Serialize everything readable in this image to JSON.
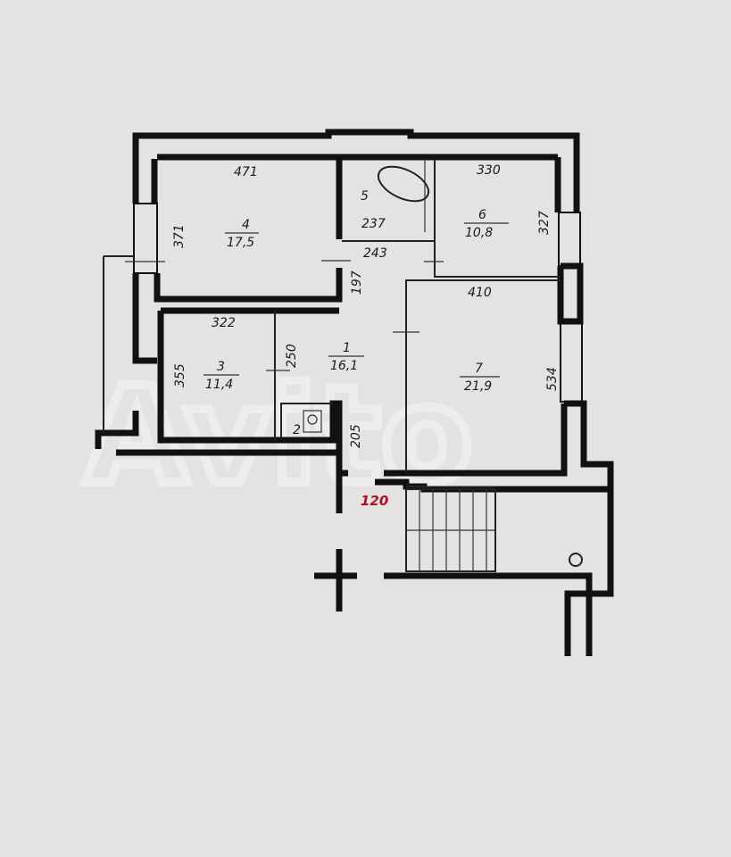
{
  "plan": {
    "rooms": [
      {
        "number": "1",
        "area": "16,1"
      },
      {
        "number": "2"
      },
      {
        "number": "3",
        "area": "11,4"
      },
      {
        "number": "4",
        "area": "17,5"
      },
      {
        "number": "5"
      },
      {
        "number": "6",
        "area": "10,8"
      },
      {
        "number": "7",
        "area": "21,9"
      }
    ],
    "dimensions": {
      "room4_width": "471",
      "room4_height": "371",
      "room5_width": "237",
      "hall_top": "243",
      "hall_side": "197",
      "room6_width": "330",
      "room6_height": "327",
      "room7_width": "410",
      "room7_height": "534",
      "room3_width": "322",
      "room3_height": "355",
      "hall_wall": "250",
      "corridor": "205"
    },
    "annotation": "120",
    "watermark": "Avito"
  },
  "colors": {
    "paper": "#e4e3e1",
    "ink": "#111111",
    "annotation": "#b01020"
  }
}
